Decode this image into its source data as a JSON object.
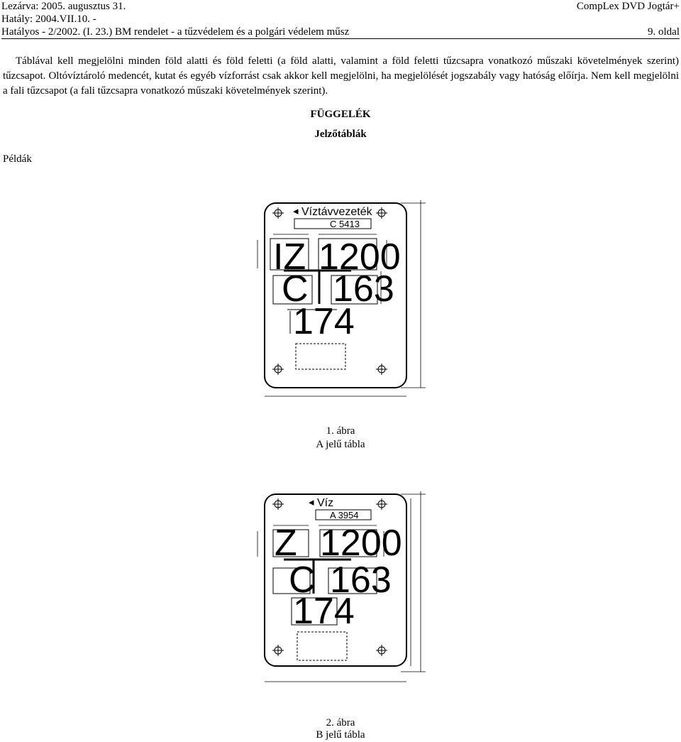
{
  "header": {
    "left1": "Lezárva: 2005. augusztus 31.",
    "left2": "Hatály: 2004.VII.10. -",
    "left3": "Hatályos - 2/2002. (I. 23.) BM rendelet - a tűzvédelem és a polgári védelem műsz",
    "right1": "CompLex DVD Jogtár+",
    "right3": "9. oldal"
  },
  "paragraph": "Táblával kell megjelölni minden föld alatti és föld feletti (a föld alatti, valamint a föld feletti tűzcsapra vonatkozó műszaki követelmények szerint) tűzcsapot. Oltóvíztároló medencét, kutat és egyéb vízforrást csak akkor kell megjelölni, ha megjelölését jogszabály vagy hatóság előírja. Nem kell megjelölni a fali tűzcsapot (a fali tűzcsapra vonatkozó műszaki követelmények szerint).",
  "appendix": {
    "title": "FÜGGELÉK",
    "subtitle": "Jelzőtáblák",
    "examples_label": "Példák"
  },
  "figures": [
    {
      "sign_title": "Víztávvezeték",
      "code": "C 5413",
      "letters": "IZ",
      "num1": "1200",
      "letter2": "C",
      "num2": "163",
      "num3": "174",
      "caption1": "1. ábra",
      "caption2": "A jelű tábla"
    },
    {
      "sign_title": "Víz",
      "code": "A 3954",
      "letters": "Z",
      "num1": "1200",
      "letter2": "C",
      "num2": "163",
      "num3": "174",
      "caption1": "2. ábra",
      "caption2": "B jelű tábla"
    }
  ]
}
